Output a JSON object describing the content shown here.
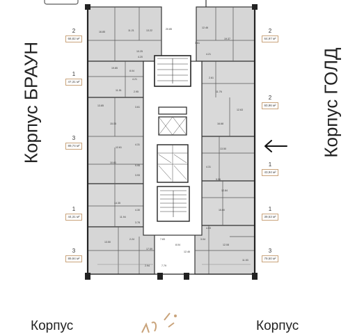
{
  "building_labels": {
    "left": "Корпус БРАУН",
    "right": "Корпус ГОЛД",
    "bottom_left": "Корпус",
    "bottom_right": "Корпус"
  },
  "units": [
    {
      "id": "u-left-1",
      "rooms": "2",
      "area": "68,82 м²"
    },
    {
      "id": "u-left-2",
      "rooms": "1",
      "area": "47,31 м²"
    },
    {
      "id": "u-left-3",
      "rooms": "3",
      "area": "89,74 м²"
    },
    {
      "id": "u-left-4",
      "rooms": "1",
      "area": "44,31 м²"
    },
    {
      "id": "u-left-5",
      "rooms": "3",
      "area": "89,94 м²"
    },
    {
      "id": "u-right-1",
      "rooms": "2",
      "area": "64,97 м²"
    },
    {
      "id": "u-right-2",
      "rooms": "2",
      "area": "60,96 м²"
    },
    {
      "id": "u-right-3",
      "rooms": "1",
      "area": "43,94 м²"
    },
    {
      "id": "u-right-4",
      "rooms": "1",
      "area": "39,53 м²"
    },
    {
      "id": "u-right-5",
      "rooms": "3",
      "area": "79,50 м²"
    }
  ],
  "room_values": [
    "16.85",
    "11.21",
    "13.22",
    "10.25",
    "4.20",
    "8.04",
    "19.85",
    "11.51",
    "4.21",
    "2.95",
    "13.85",
    "3.61",
    "15.05",
    "12.61",
    "4.31",
    "10.61",
    "9.95",
    "3.93",
    "14.35",
    "11.94",
    "4.30",
    "3.78",
    "2.24",
    "17.59",
    "13.50",
    "2.94",
    "7.83",
    "8.04",
    "12.46",
    "3.04",
    "20.85",
    "12.46",
    "4.21",
    "19.37",
    "2.61",
    "12.63",
    "11.76",
    "16.68",
    "13.50",
    "4.31",
    "9.96",
    "12.84",
    "15.00",
    "4.03",
    "12.08",
    "11.53",
    "7.79",
    "3.61"
  ],
  "colors": {
    "apartment_fill": "#d6d6d6",
    "wall": "#333333",
    "accent": "#c9a37a"
  },
  "icons": {
    "direction_arrow": "arrow-left-icon"
  }
}
